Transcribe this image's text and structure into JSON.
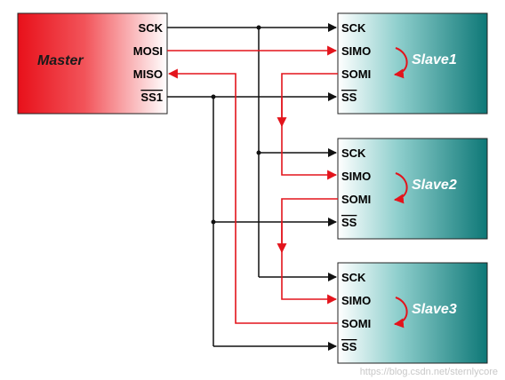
{
  "master": {
    "title": "Master",
    "pins": {
      "sck": "SCK",
      "mosi": "MOSI",
      "miso": "MISO",
      "ss": "SS1"
    }
  },
  "slaves": [
    {
      "title": "Slave1",
      "pins": {
        "sck": "SCK",
        "simo": "SIMO",
        "somi": "SOMI",
        "ss": "SS"
      }
    },
    {
      "title": "Slave2",
      "pins": {
        "sck": "SCK",
        "simo": "SIMO",
        "somi": "SOMI",
        "ss": "SS"
      }
    },
    {
      "title": "Slave3",
      "pins": {
        "sck": "SCK",
        "simo": "SIMO",
        "somi": "SOMI",
        "ss": "SS"
      }
    }
  ],
  "watermark": "https://blog.csdn.net/sternlycore",
  "colors": {
    "master_gradient": [
      "#e8101a",
      "#ffffff"
    ],
    "slave_gradient": [
      "#ffffff",
      "#0e7877"
    ],
    "data_line": "#e3141c",
    "clock_line": "#111111",
    "slave_title": "#ffffff",
    "master_title": "#1a1a1a"
  }
}
